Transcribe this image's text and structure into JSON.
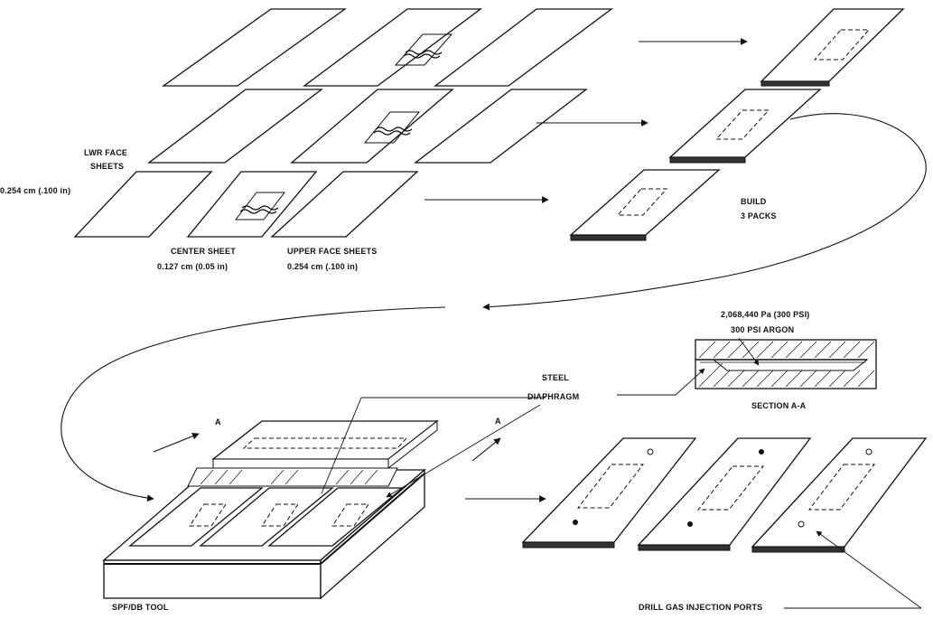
{
  "labels": {
    "lwr_face_sheets_1": "LWR FACE",
    "lwr_face_sheets_2": "SHEETS",
    "lwr_face_thickness": "0.254 cm (.100 in)",
    "center_sheet": "CENTER SHEET",
    "center_sheet_thickness": "0.127 cm (0.05 in)",
    "upper_face_sheets": "UPPER FACE SHEETS",
    "upper_face_thickness": "0.254 cm (.100 in)",
    "build": "BUILD",
    "packs": "3 PACKS",
    "pressure_pa": "2,068,440 Pa (300 PSI)",
    "argon": "300 PSI ARGON",
    "steel": "STEEL",
    "diaphragm": "DIAPHRAGM",
    "section": "SECTION A-A",
    "section_mark_left": "A",
    "section_mark_right": "A",
    "drill_ports": "DRILL GAS INJECTION PORTS",
    "tool": "SPF/DB TOOL"
  }
}
